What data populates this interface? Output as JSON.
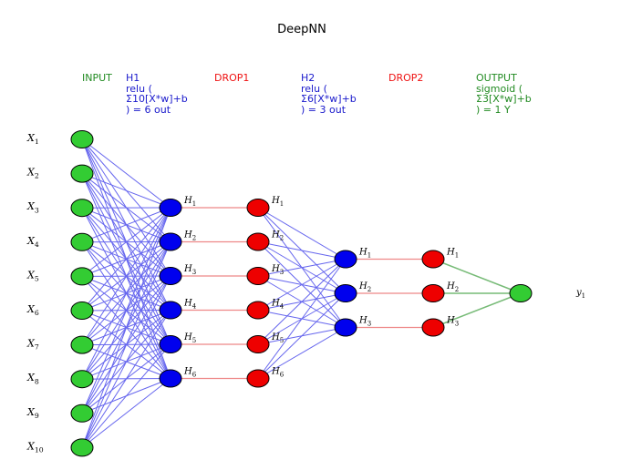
{
  "title": "DeepNN",
  "headers": {
    "input": "INPUT",
    "h1": [
      "H1",
      "relu (",
      "Σ10[X*w]+b",
      ") = 6 out"
    ],
    "drop1": "DROP1",
    "h2": [
      "H2",
      "relu (",
      "Σ6[X*w]+b",
      ") = 3 out"
    ],
    "drop2": "DROP2",
    "output": [
      "OUTPUT",
      "sigmoid (",
      "Σ3[X*w]+b",
      ") = 1 Y"
    ]
  },
  "colors": {
    "input_fill": "#33cc33",
    "hidden_fill": "#0000ee",
    "drop_fill": "#ee0000",
    "output_fill": "#33cc33",
    "blue_edge": "#6666ee",
    "red_edge": "#ee8888",
    "green_edge": "#77bb77",
    "green_text": "#228B22",
    "blue_text": "#1a1acc",
    "red_text": "#ee1111"
  },
  "layers": {
    "input": {
      "count": 10,
      "labels": [
        "X1",
        "X2",
        "X3",
        "X4",
        "X5",
        "X6",
        "X7",
        "X8",
        "X9",
        "X10"
      ]
    },
    "h1": {
      "count": 6,
      "labels": [
        "H1",
        "H2",
        "H3",
        "H4",
        "H5",
        "H6"
      ]
    },
    "drop1": {
      "count": 6,
      "labels": [
        "H1",
        "H2",
        "H3",
        "H4",
        "H5",
        "H6"
      ]
    },
    "h2": {
      "count": 3,
      "labels": [
        "H1",
        "H2",
        "H3"
      ]
    },
    "drop2": {
      "count": 3,
      "labels": [
        "H1",
        "H2",
        "H3"
      ]
    },
    "output": {
      "count": 1,
      "labels": [
        "y1"
      ]
    }
  }
}
